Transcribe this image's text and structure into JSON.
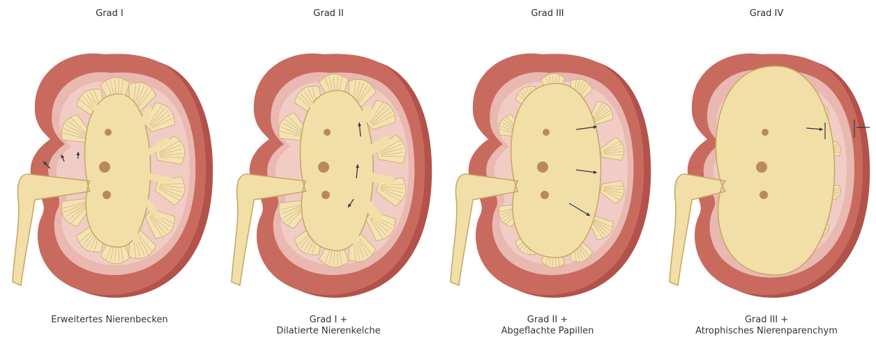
{
  "palette": {
    "cortex": "#c96a5f",
    "cortex_dark": "#b2524a",
    "medulla_pink": "#e9b8b0",
    "inner_pink": "#f4d4cf",
    "pelvis": "#f2dfa8",
    "pelvis_outline": "#c8a866",
    "papilla": "#f5e2b3",
    "papilla_lines": "#cdb27a",
    "vessel": "#b88a5a",
    "arrow": "#2f3640"
  },
  "panels": [
    {
      "title": "Grad I",
      "caption_lines": [
        "Erweitertes Nierenbecken"
      ]
    },
    {
      "title": "Grad II",
      "caption_lines": [
        "Grad I +",
        "Dilatierte Nierenkelche"
      ]
    },
    {
      "title": "Grad III",
      "caption_lines": [
        "Grad II +",
        "Abgeflachte Papillen"
      ]
    },
    {
      "title": "Grad IV",
      "caption_lines": [
        "Grad III +",
        "Atrophisches Nierenparenchym"
      ]
    }
  ]
}
